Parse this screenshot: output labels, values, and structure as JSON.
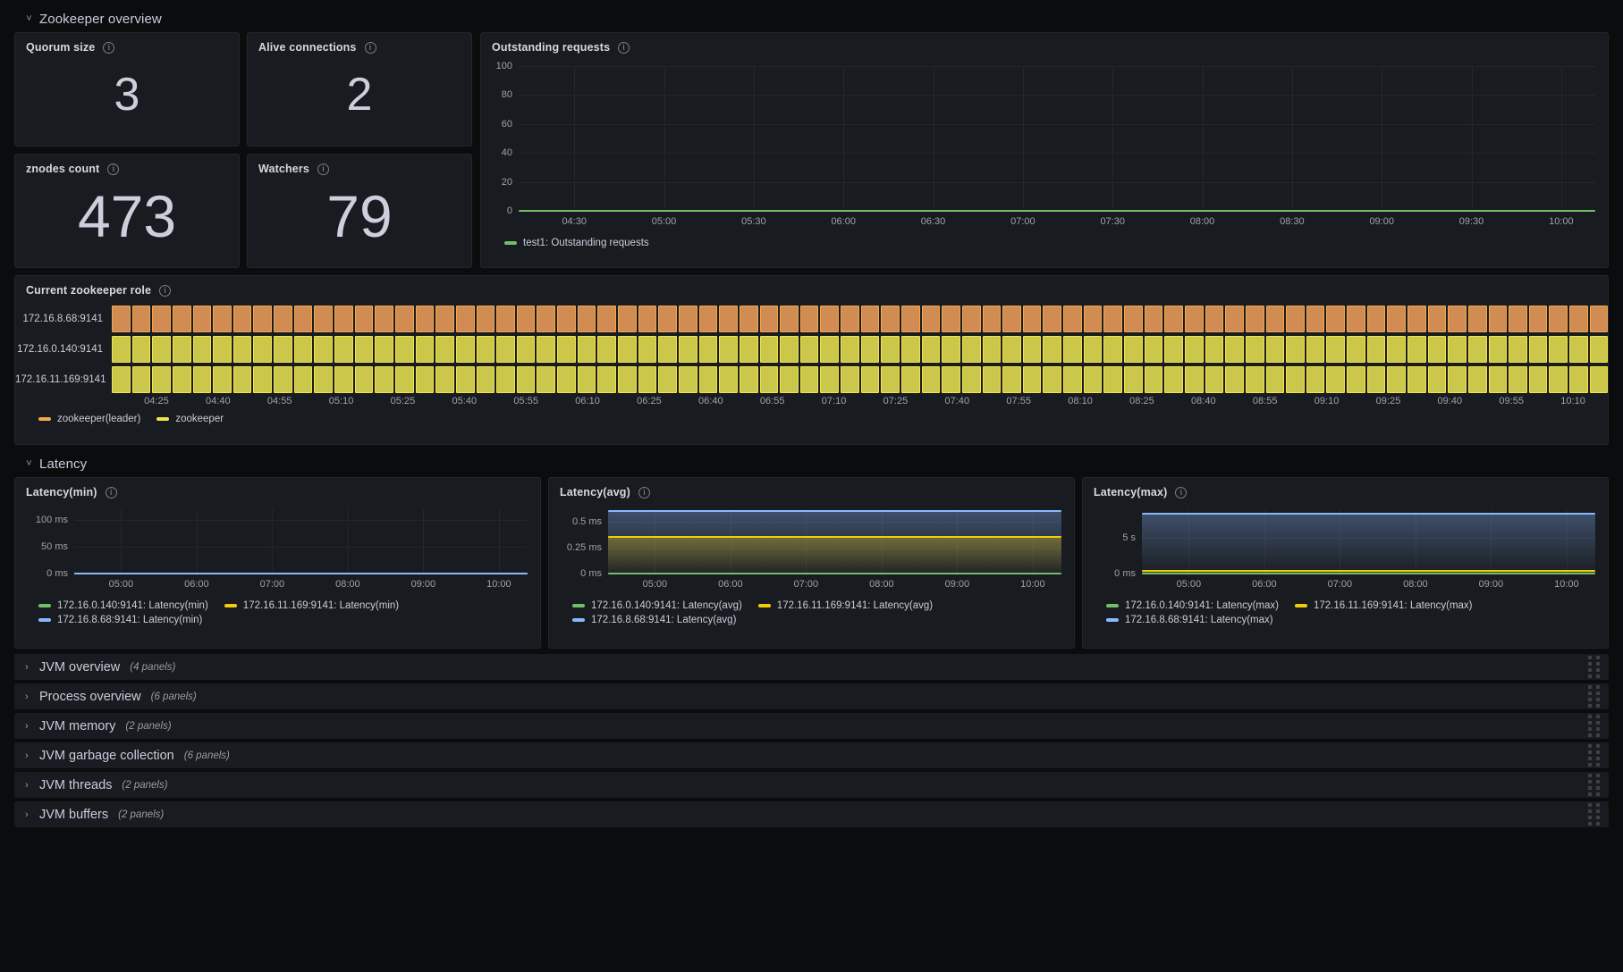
{
  "rows": {
    "zookeeper_overview": {
      "title": "Zookeeper overview",
      "chevron": "˅"
    },
    "latency": {
      "title": "Latency",
      "chevron": "˅"
    }
  },
  "stats": [
    {
      "title": "Quorum size",
      "value": "3",
      "info_icon": "info-icon"
    },
    {
      "title": "Alive connections",
      "value": "2",
      "info_icon": "info-icon"
    },
    {
      "title": "znodes count",
      "value": "473",
      "info_icon": "info-icon"
    },
    {
      "title": "Watchers",
      "value": "79",
      "info_icon": "info-icon"
    }
  ],
  "outstanding_requests": {
    "title": "Outstanding requests",
    "legend": [
      {
        "label": "test1: Outstanding requests",
        "color": "#73bf69"
      }
    ]
  },
  "zookeeper_role": {
    "title": "Current zookeeper role",
    "rows": [
      {
        "label": "172.16.8.68:9141",
        "state": "zookeeper(leader)",
        "color": "#d08c52"
      },
      {
        "label": "172.16.0.140:9141",
        "state": "zookeeper",
        "color": "#cbc74a"
      },
      {
        "label": "172.16.11.169:9141",
        "state": "zookeeper",
        "color": "#cbc74a"
      }
    ],
    "legend": [
      {
        "label": "zookeeper(leader)",
        "color": "#f2a94b"
      },
      {
        "label": "zookeeper",
        "color": "#f2e44b"
      }
    ]
  },
  "latency_panels": [
    {
      "title": "Latency(min)",
      "legend": [
        {
          "label": "172.16.0.140:9141: Latency(min)",
          "color": "#73bf69"
        },
        {
          "label": "172.16.11.169:9141: Latency(min)",
          "color": "#f2cc0c"
        },
        {
          "label": "172.16.8.68:9141: Latency(min)",
          "color": "#8ab8ff"
        }
      ]
    },
    {
      "title": "Latency(avg)",
      "legend": [
        {
          "label": "172.16.0.140:9141: Latency(avg)",
          "color": "#73bf69"
        },
        {
          "label": "172.16.11.169:9141: Latency(avg)",
          "color": "#f2cc0c"
        },
        {
          "label": "172.16.8.68:9141: Latency(avg)",
          "color": "#8ab8ff"
        }
      ]
    },
    {
      "title": "Latency(max)",
      "legend": [
        {
          "label": "172.16.0.140:9141: Latency(max)",
          "color": "#73bf69"
        },
        {
          "label": "172.16.11.169:9141: Latency(max)",
          "color": "#f2cc0c"
        },
        {
          "label": "172.16.8.68:9141: Latency(max)",
          "color": "#8ab8ff"
        }
      ]
    }
  ],
  "collapsed_rows": [
    {
      "title": "JVM overview",
      "count": "(4 panels)",
      "chevron": "›"
    },
    {
      "title": "Process overview",
      "count": "(6 panels)",
      "chevron": "›"
    },
    {
      "title": "JVM memory",
      "count": "(2 panels)",
      "chevron": "›"
    },
    {
      "title": "JVM garbage collection",
      "count": "(6 panels)",
      "chevron": "›"
    },
    {
      "title": "JVM threads",
      "count": "(2 panels)",
      "chevron": "›"
    },
    {
      "title": "JVM buffers",
      "count": "(2 panels)",
      "chevron": "›"
    }
  ],
  "chart_data": [
    {
      "id": "outstanding-requests",
      "type": "line",
      "title": "Outstanding requests",
      "xlabel": "",
      "ylabel": "",
      "ylim": [
        0,
        100
      ],
      "yticks": [
        0,
        20,
        40,
        60,
        80,
        100
      ],
      "yticklabels": [
        "0",
        "20",
        "40",
        "60",
        "80",
        "100"
      ],
      "xticklabels": [
        "04:30",
        "05:00",
        "05:30",
        "06:00",
        "06:30",
        "07:00",
        "07:30",
        "08:00",
        "08:30",
        "09:00",
        "09:30",
        "10:00"
      ],
      "grid": true,
      "legend_position": "bottom",
      "series": [
        {
          "name": "test1: Outstanding requests",
          "color": "#73bf69",
          "constant_value": 0
        }
      ]
    },
    {
      "id": "current-zookeeper-role",
      "type": "heatmap",
      "title": "Current zookeeper role",
      "xticklabels": [
        "04:25",
        "04:40",
        "04:55",
        "05:10",
        "05:25",
        "05:40",
        "05:55",
        "06:10",
        "06:25",
        "06:40",
        "06:55",
        "07:10",
        "07:25",
        "07:40",
        "07:55",
        "08:10",
        "08:25",
        "08:40",
        "08:55",
        "09:10",
        "09:25",
        "09:40",
        "09:55",
        "10:10"
      ],
      "categories": [
        "172.16.8.68:9141",
        "172.16.0.140:9141",
        "172.16.11.169:9141"
      ],
      "values": [
        "zookeeper(leader)",
        "zookeeper",
        "zookeeper"
      ],
      "legend_position": "bottom",
      "legend": [
        "zookeeper(leader)",
        "zookeeper"
      ]
    },
    {
      "id": "latency-min",
      "type": "line",
      "title": "Latency(min)",
      "ylim": [
        0,
        120
      ],
      "yticks": [
        0,
        50,
        100
      ],
      "yticklabels": [
        "0 ms",
        "50 ms",
        "100 ms"
      ],
      "xticklabels": [
        "05:00",
        "06:00",
        "07:00",
        "08:00",
        "09:00",
        "10:00"
      ],
      "grid": true,
      "legend_position": "bottom",
      "series": [
        {
          "name": "172.16.0.140:9141: Latency(min)",
          "color": "#73bf69",
          "constant_value": 0
        },
        {
          "name": "172.16.11.169:9141: Latency(min)",
          "color": "#f2cc0c",
          "constant_value": 0
        },
        {
          "name": "172.16.8.68:9141: Latency(min)",
          "color": "#8ab8ff",
          "constant_value": 0
        }
      ]
    },
    {
      "id": "latency-avg",
      "type": "area",
      "title": "Latency(avg)",
      "ylim": [
        0,
        0.62
      ],
      "yticks": [
        0,
        0.25,
        0.5
      ],
      "yticklabels": [
        "0 ms",
        "0.25 ms",
        "0.5 ms"
      ],
      "xticklabels": [
        "05:00",
        "06:00",
        "07:00",
        "08:00",
        "09:00",
        "10:00"
      ],
      "grid": true,
      "legend_position": "bottom",
      "series": [
        {
          "name": "172.16.0.140:9141: Latency(avg)",
          "color": "#73bf69",
          "constant_value": 0
        },
        {
          "name": "172.16.11.169:9141: Latency(avg)",
          "color": "#f2cc0c",
          "constant_value": 0.35
        },
        {
          "name": "172.16.8.68:9141: Latency(avg)",
          "color": "#8ab8ff",
          "constant_value": 0.6
        }
      ]
    },
    {
      "id": "latency-max",
      "type": "area",
      "title": "Latency(max)",
      "ylim": [
        0,
        9
      ],
      "yticks": [
        0,
        5
      ],
      "yticklabels": [
        "0 ms",
        "5 s"
      ],
      "xticklabels": [
        "05:00",
        "06:00",
        "07:00",
        "08:00",
        "09:00",
        "10:00"
      ],
      "grid": true,
      "legend_position": "bottom",
      "series": [
        {
          "name": "172.16.0.140:9141: Latency(max)",
          "color": "#73bf69",
          "constant_value": 0
        },
        {
          "name": "172.16.11.169:9141: Latency(max)",
          "color": "#f2cc0c",
          "constant_value": 0.35
        },
        {
          "name": "172.16.8.68:9141: Latency(max)",
          "color": "#8ab8ff",
          "constant_value": 8.4
        }
      ]
    }
  ]
}
